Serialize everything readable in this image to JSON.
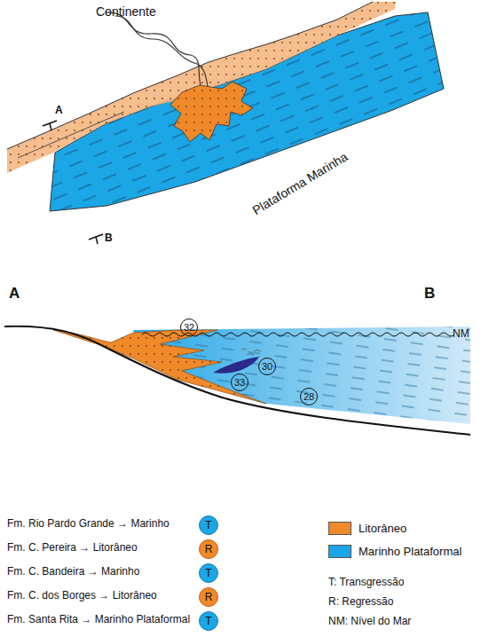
{
  "diagram": {
    "nodes": [
      {
        "text": [
          "32"
        ]
      },
      {
        "text": [
          "30"
        ]
      },
      {
        "text": [
          "33"
        ]
      },
      {
        "text": [
          "28"
        ]
      },
      {
        "text": [
          "T"
        ]
      },
      {
        "text": [
          "R"
        ]
      },
      {
        "text": [
          "T"
        ]
      },
      {
        "text": [
          "R"
        ]
      },
      {
        "text": [
          "T"
        ]
      }
    ],
    "labels": [
      "Continente",
      "Plataforma Marinha",
      "A",
      "B",
      "A",
      "B",
      "NM",
      "Fm. Rio Pardo Grande → Marinho",
      "Fm. C. Pereira → Litorâneo",
      "Fm. C. Bandeira → Marinho",
      "Fm. C. dos Borges → Litorâneo",
      "Fm. Santa Rita → Marinho Plataformal",
      "T: Transgressão",
      "R: Regressão",
      "NM: Nível do Mar"
    ],
    "legend": [
      {
        "text": "Litorâneo",
        "color": "#f0892a"
      },
      {
        "text": "Marinho Plataformal",
        "color": "#1ba6e6"
      }
    ]
  }
}
